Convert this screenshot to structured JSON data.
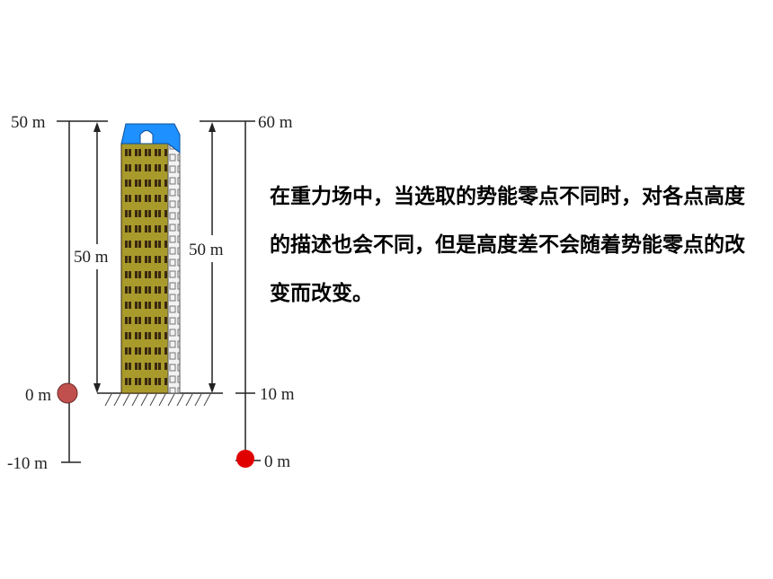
{
  "left_scale": {
    "top_label": "50 m",
    "mid_label": "0 m",
    "bottom_label": "-10 m",
    "height_label": "50 m",
    "zero_marker_color": "#c0504d"
  },
  "right_scale": {
    "top_label": "60 m",
    "mid_label": "10 m",
    "bottom_label": "0 m",
    "height_label": "50 m",
    "zero_marker_color": "#e00000"
  },
  "building_colors": {
    "roof": "#1e90ff",
    "body": "#a99a2c",
    "window": "#3a2a10",
    "side": "#f2f2f2"
  },
  "description": "在重力场中，当选取的势能零点不同时，对各点高度的描述也会不同，但是高度差不会随着势能零点的改变而改变。"
}
